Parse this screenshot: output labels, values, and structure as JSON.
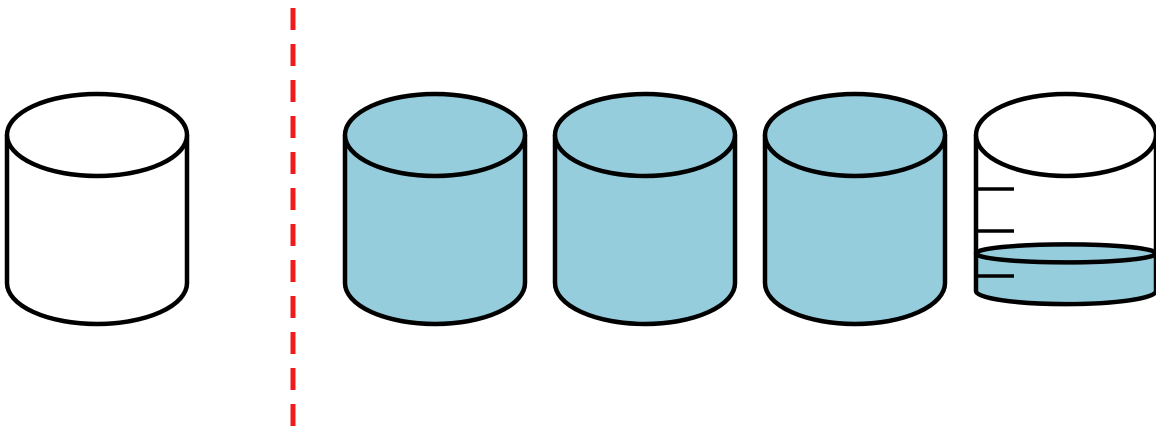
{
  "colors": {
    "background": "#ffffff",
    "outline": "#000000",
    "water": "#96cddc",
    "empty": "#ffffff",
    "divider": "#ee1c1c"
  },
  "divider": {
    "style": "dashed",
    "color": "#ee1c1c"
  },
  "containers": [
    {
      "id": "empty-container",
      "group": "left",
      "fill_level": 0,
      "graduation_marks": 0
    },
    {
      "id": "full-container-1",
      "group": "right",
      "fill_level": 1,
      "graduation_marks": 0
    },
    {
      "id": "full-container-2",
      "group": "right",
      "fill_level": 1,
      "graduation_marks": 0
    },
    {
      "id": "full-container-3",
      "group": "right",
      "fill_level": 1,
      "graduation_marks": 0
    },
    {
      "id": "partial-container",
      "group": "right",
      "fill_level": 0.2,
      "graduation_marks": 3
    }
  ]
}
